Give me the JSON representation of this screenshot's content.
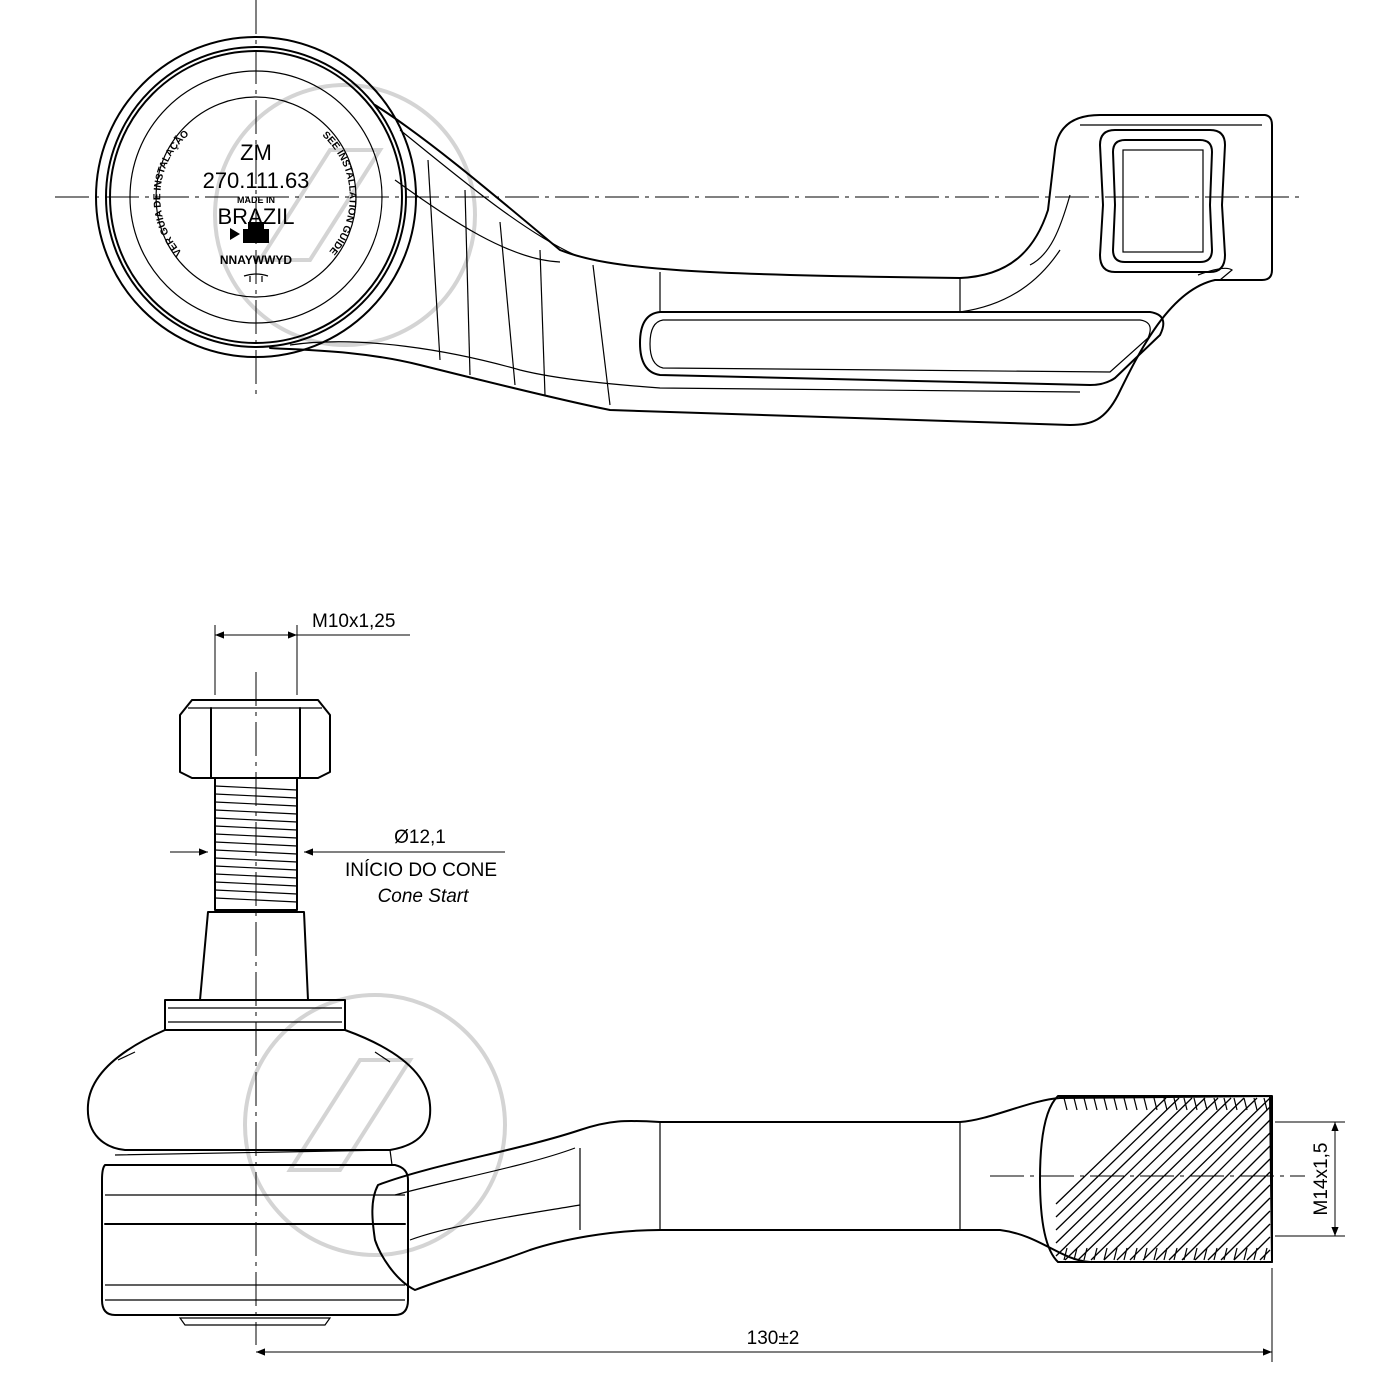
{
  "top_view": {
    "ball_marking": {
      "brand": "ZM",
      "part_number": "270.111.63",
      "made_in_small": "MADE IN",
      "country": "BRAZIL",
      "date_code": "NNAYWWYD",
      "ring_left": "VER GUIA DE INSTALAÇÃO",
      "ring_right": "SEE INSTALLATION GUIDE"
    }
  },
  "side_view": {
    "stud_thread": "M10x1,25",
    "cone_diameter": "Ø12,1",
    "cone_start_pt": "INÍCIO DO CONE",
    "cone_start_en": "Cone Start",
    "body_thread": "M14x1,5",
    "overall_length": "130±2"
  }
}
